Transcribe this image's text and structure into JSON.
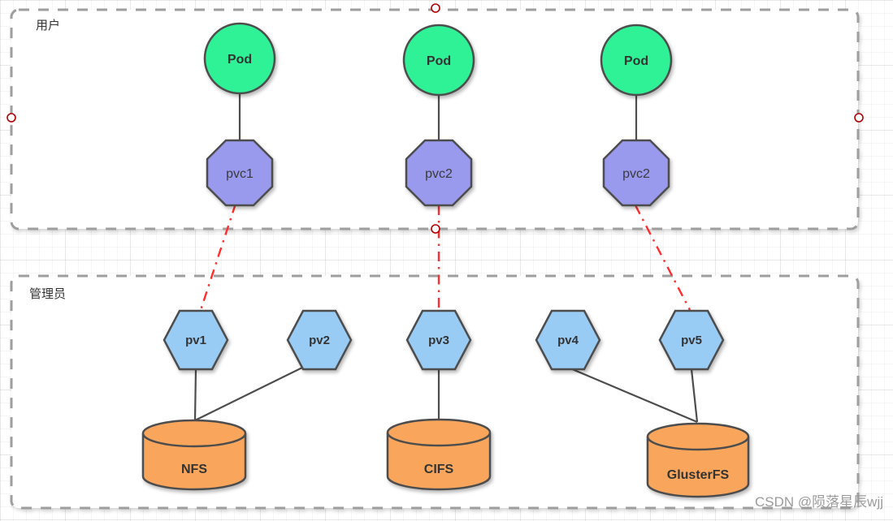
{
  "diagram": {
    "containers": [
      {
        "id": "user",
        "label": "用户"
      },
      {
        "id": "admin",
        "label": "管理员"
      }
    ],
    "pods": [
      {
        "label": "Pod"
      },
      {
        "label": "Pod"
      },
      {
        "label": "Pod"
      }
    ],
    "pvcs": [
      {
        "label": "pvc1"
      },
      {
        "label": "pvc2"
      },
      {
        "label": "pvc2"
      }
    ],
    "pvs": [
      {
        "label": "pv1"
      },
      {
        "label": "pv2"
      },
      {
        "label": "pv3"
      },
      {
        "label": "pv4"
      },
      {
        "label": "pv5"
      }
    ],
    "storages": [
      {
        "label": "NFS"
      },
      {
        "label": "CIFS"
      },
      {
        "label": "GlusterFS"
      }
    ],
    "edges": [
      {
        "from": "Pod-1",
        "to": "pvc1",
        "style": "solid"
      },
      {
        "from": "Pod-2",
        "to": "pvc2",
        "style": "solid"
      },
      {
        "from": "Pod-3",
        "to": "pvc2-right",
        "style": "solid"
      },
      {
        "from": "pvc1",
        "to": "pv1",
        "style": "red-dashdot"
      },
      {
        "from": "pvc2",
        "to": "pv3",
        "style": "red-dashdot"
      },
      {
        "from": "pvc2-right",
        "to": "pv5",
        "style": "red-dashdot"
      },
      {
        "from": "pv1",
        "to": "NFS",
        "style": "solid"
      },
      {
        "from": "pv2",
        "to": "NFS",
        "style": "solid"
      },
      {
        "from": "pv3",
        "to": "CIFS",
        "style": "solid"
      },
      {
        "from": "pv4",
        "to": "GlusterFS",
        "style": "solid"
      },
      {
        "from": "pv5",
        "to": "GlusterFS",
        "style": "solid"
      }
    ],
    "colors": {
      "pod_fill": "#2ff296",
      "pvc_fill": "#9999ee",
      "pv_fill": "#99ccf5",
      "storage_fill": "#f9a65c",
      "node_stroke": "#4d4d4d",
      "binding_red": "#ff2e2e",
      "container_border": "#9e9e9e",
      "anchor_ring": "#b20000"
    }
  },
  "watermark": "CSDN @陨落星辰wjj"
}
